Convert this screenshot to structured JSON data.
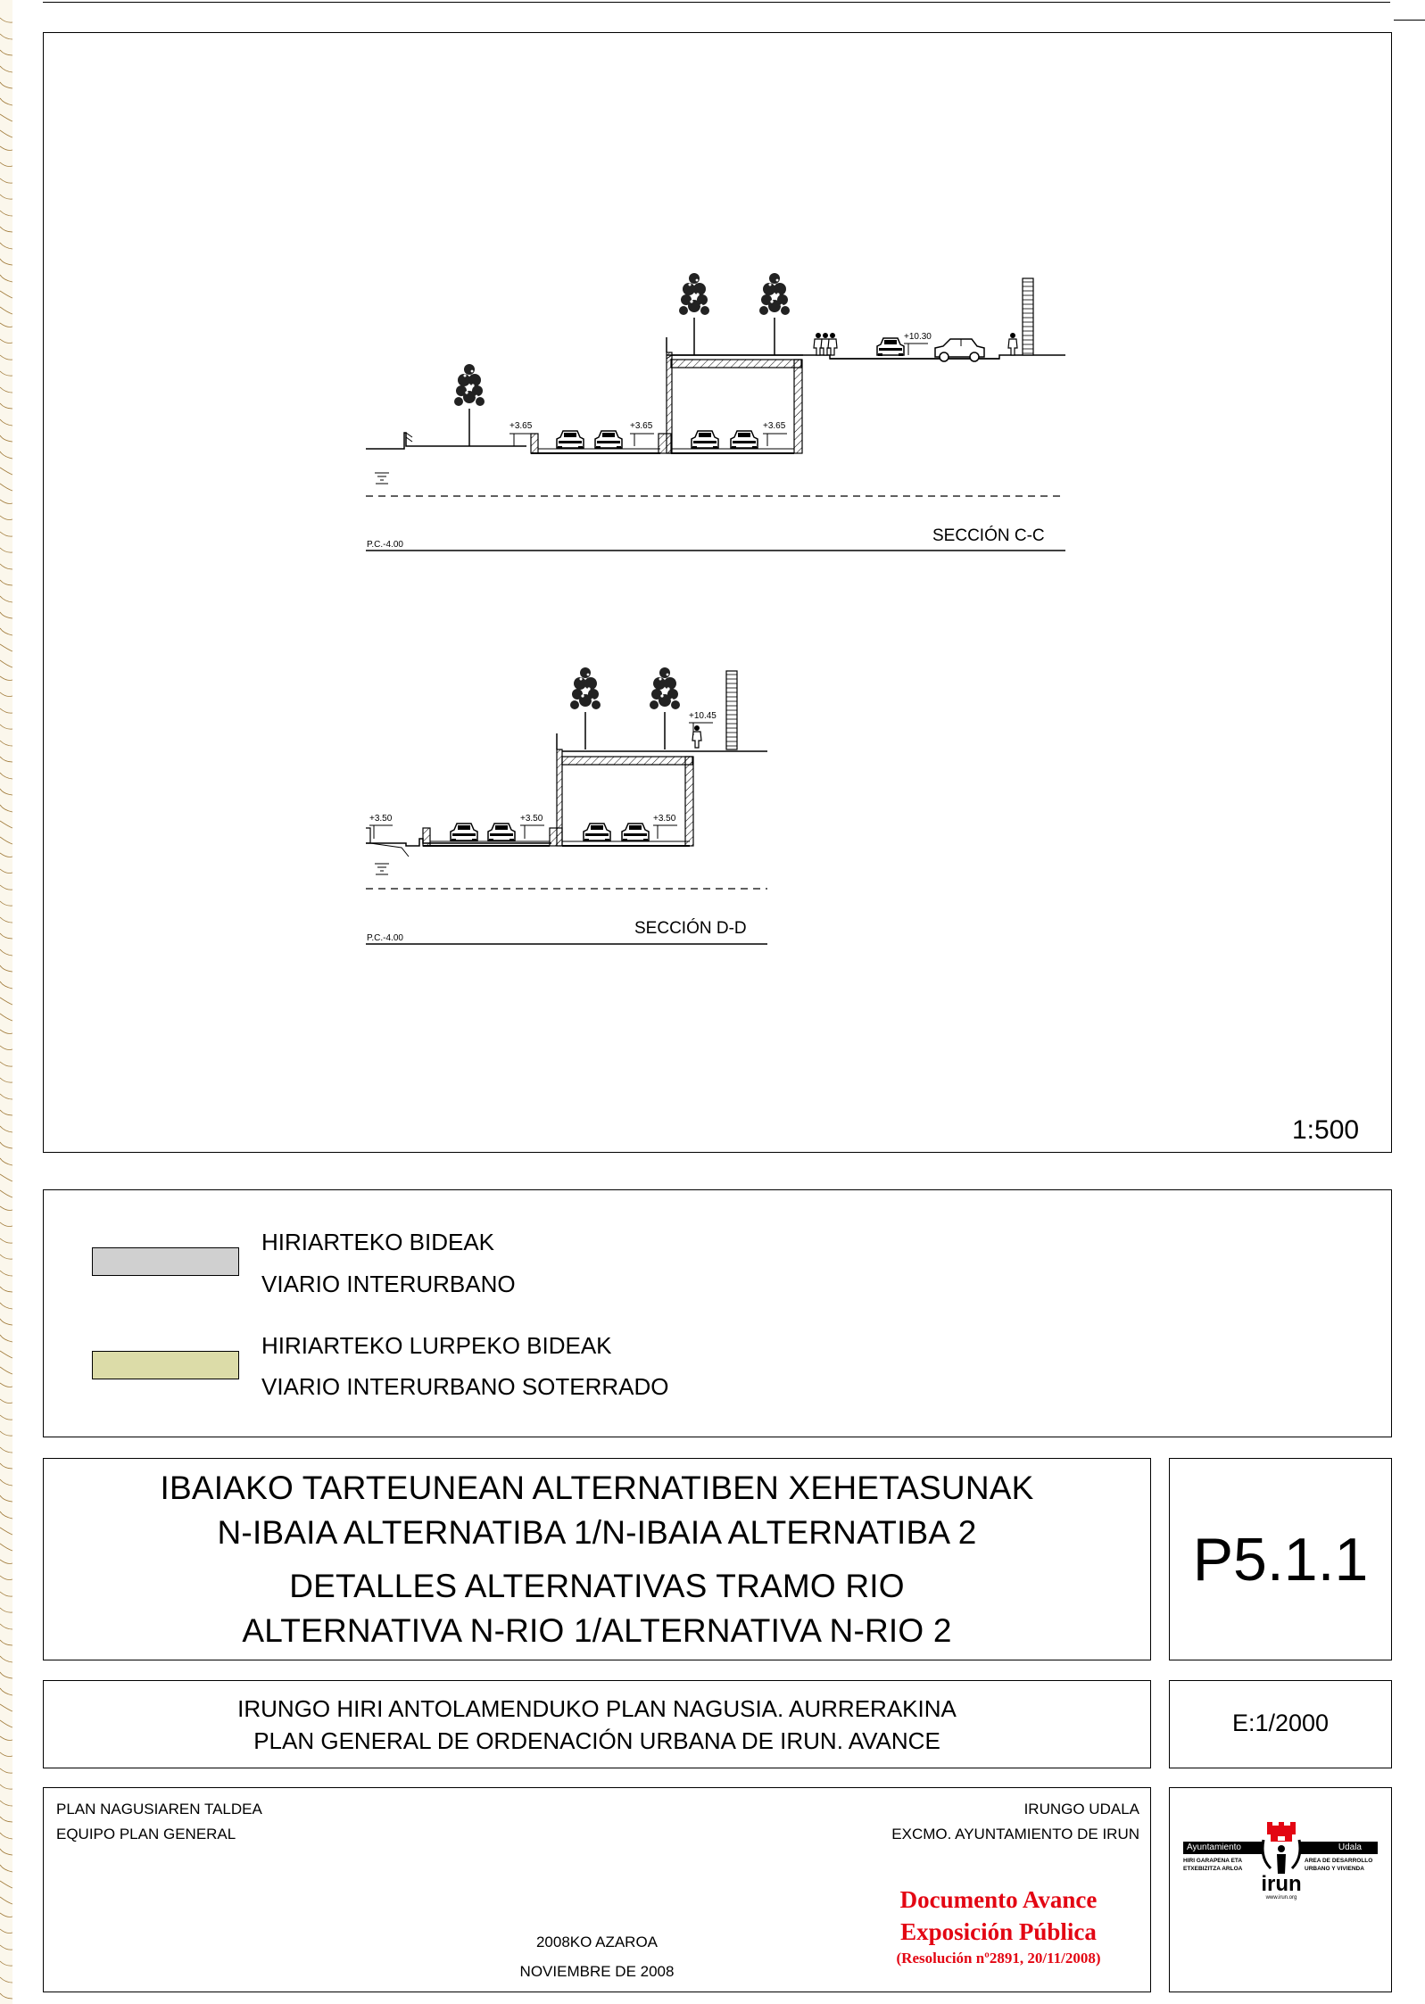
{
  "drawing": {
    "scale_label": "1:500",
    "section_cc": {
      "label": "SECCIÓN C-C",
      "pc_label": "P.C.-4.00",
      "levels": [
        "+3.65",
        "+3.65",
        "+3.65",
        "+10.30"
      ]
    },
    "section_dd": {
      "label": "SECCIÓN D-D",
      "pc_label": "P.C.-4.00",
      "levels": [
        "+3.50",
        "+3.50",
        "+3.50",
        "+10.45"
      ]
    }
  },
  "legend": {
    "items": [
      {
        "line1": "HIRIARTEKO BIDEAK",
        "line2": "VIARIO INTERURBANO",
        "color": "#d0d0d0"
      },
      {
        "line1": "HIRIARTEKO LURPEKO BIDEAK",
        "line2": "VIARIO INTERURBANO SOTERRADO",
        "color": "#dcdca8"
      }
    ]
  },
  "title": {
    "line1": "IBAIAKO TARTEUNEAN ALTERNATIBEN XEHETASUNAK",
    "line2": "N-IBAIA ALTERNATIBA 1/N-IBAIA ALTERNATIBA 2",
    "line3": "DETALLES ALTERNATIVAS TRAMO RIO",
    "line4": "ALTERNATIVA N-RIO 1/ALTERNATIVA N-RIO 2"
  },
  "sheet_code": "P5.1.1",
  "plan": {
    "line1": "IRUNGO HIRI ANTOLAMENDUKO PLAN NAGUSIA. AURRERAKINA",
    "line2": "PLAN GENERAL DE ORDENACIÓN URBANA DE IRUN. AVANCE"
  },
  "scale_text": "E:1/2000",
  "footer": {
    "team_eu": "PLAN NAGUSIAREN TALDEA",
    "team_es": "EQUIPO PLAN GENERAL",
    "council_eu": "IRUNGO UDALA",
    "council_es": "EXCMO. AYUNTAMIENTO DE IRUN",
    "date_eu": "2008KO AZAROA",
    "date_es": "NOVIEMBRE DE 2008",
    "stamp_line1": "Documento Avance",
    "stamp_line2": "Exposición Pública",
    "stamp_line3": "(Resolución nº2891, 20/11/2008)"
  },
  "logo": {
    "left_tab": "Ayuntamiento",
    "right_tab": "Udala",
    "left_sub": "HIRI GARAPENA ETA ETXEBIZITZA ARLOA",
    "right_sub": "AREA DE DESARROLLO URBANO Y VIVIENDA",
    "name": "irun",
    "url": "www.irun.org"
  }
}
